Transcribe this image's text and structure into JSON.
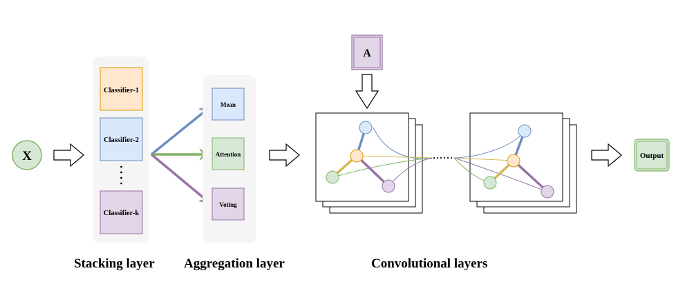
{
  "input": {
    "label": "X"
  },
  "stacking_layer": {
    "caption": "Stacking layer",
    "classifiers": [
      {
        "label": "Classifier-1",
        "fill": "#ffe6cc",
        "stroke": "#d79b00"
      },
      {
        "label": "Classifier-2",
        "fill": "#dae8fc",
        "stroke": "#6c8ebf"
      },
      {
        "label": "Classifier-k",
        "fill": "#e1d5e7",
        "stroke": "#9673a6"
      }
    ]
  },
  "aggregation_layer": {
    "caption": "Aggregation layer",
    "methods": [
      {
        "label": "Mean",
        "fill": "#dae8fc",
        "stroke": "#6c8ebf"
      },
      {
        "label": "Attention",
        "fill": "#d5e8d4",
        "stroke": "#82b366"
      },
      {
        "label": "Voting",
        "fill": "#e1d5e7",
        "stroke": "#9673a6"
      }
    ]
  },
  "adjacency": {
    "label": "A",
    "fill": "#e1d5e7",
    "stroke": "#9673a6"
  },
  "convolutional_layers": {
    "caption": "Convolutional layers"
  },
  "output": {
    "label": "Output",
    "fill": "#d5e8d4",
    "stroke": "#82b366"
  },
  "colors": {
    "blue": "#6c8ebf",
    "green": "#82b366",
    "purple": "#9673a6",
    "orange": "#d6b656",
    "node_blue": "#dae8fc",
    "node_orange": "#ffe6cc",
    "node_green": "#d5e8d4",
    "node_purple": "#e1d5e7",
    "panel_bg": "#f5f5f5"
  }
}
